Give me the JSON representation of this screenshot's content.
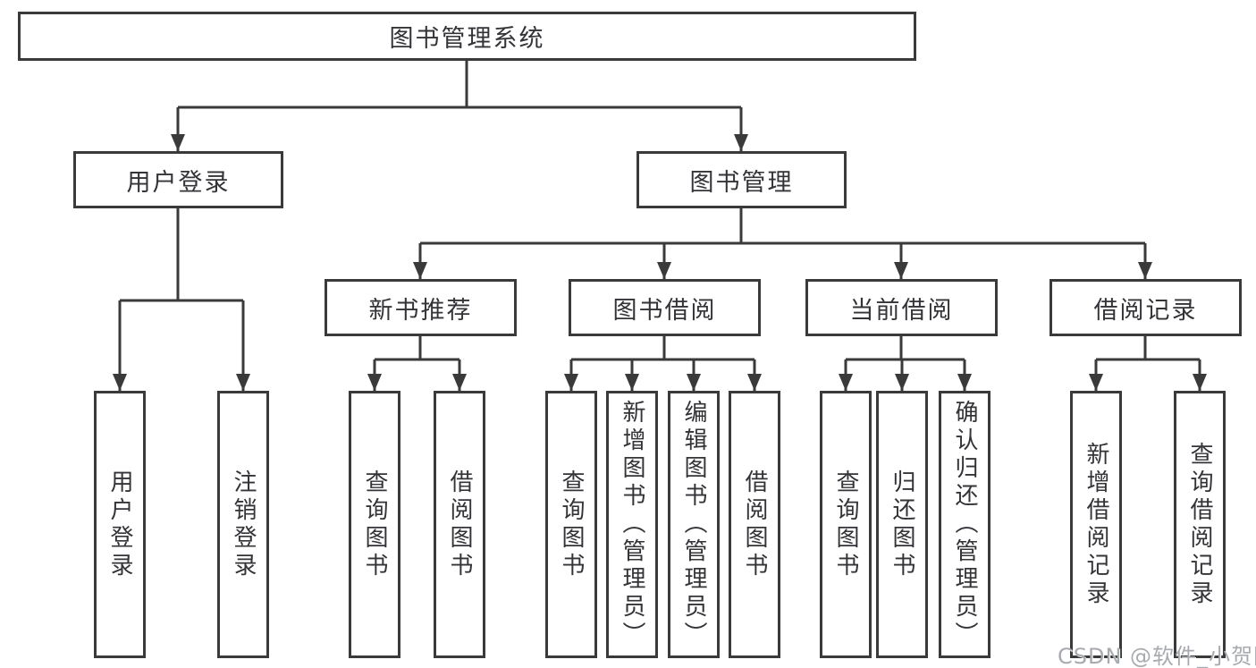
{
  "diagram": {
    "title": "图书管理系统",
    "level2": [
      {
        "label": "用户登录"
      },
      {
        "label": "图书管理"
      }
    ],
    "level3": [
      {
        "label": "新书推荐",
        "parent": "图书管理"
      },
      {
        "label": "图书借阅",
        "parent": "图书管理"
      },
      {
        "label": "当前借阅",
        "parent": "图书管理"
      },
      {
        "label": "借阅记录",
        "parent": "图书管理"
      }
    ],
    "leaves": [
      {
        "label": "用户登录",
        "parent": "用户登录"
      },
      {
        "label": "注销登录",
        "parent": "用户登录"
      },
      {
        "label": "查询图书",
        "parent": "新书推荐"
      },
      {
        "label": "借阅图书",
        "parent": "新书推荐"
      },
      {
        "label": "查询图书",
        "parent": "图书借阅"
      },
      {
        "label": "新增图书（管理员）",
        "parent": "图书借阅"
      },
      {
        "label": "编辑图书（管理员）",
        "parent": "图书借阅"
      },
      {
        "label": "借阅图书",
        "parent": "图书借阅"
      },
      {
        "label": "查询图书",
        "parent": "当前借阅"
      },
      {
        "label": "归还图书",
        "parent": "当前借阅"
      },
      {
        "label": "确认归还（管理员）",
        "parent": "当前借阅"
      },
      {
        "label": "新增借阅记录",
        "parent": "借阅记录"
      },
      {
        "label": "查询借阅记录",
        "parent": "借阅记录"
      }
    ]
  },
  "watermark": "CSDN @软件_小贺同学",
  "colors": {
    "line": "#3a3a3a",
    "text": "#333338",
    "watermark": "#a7aaae",
    "background": "#ffffff"
  }
}
